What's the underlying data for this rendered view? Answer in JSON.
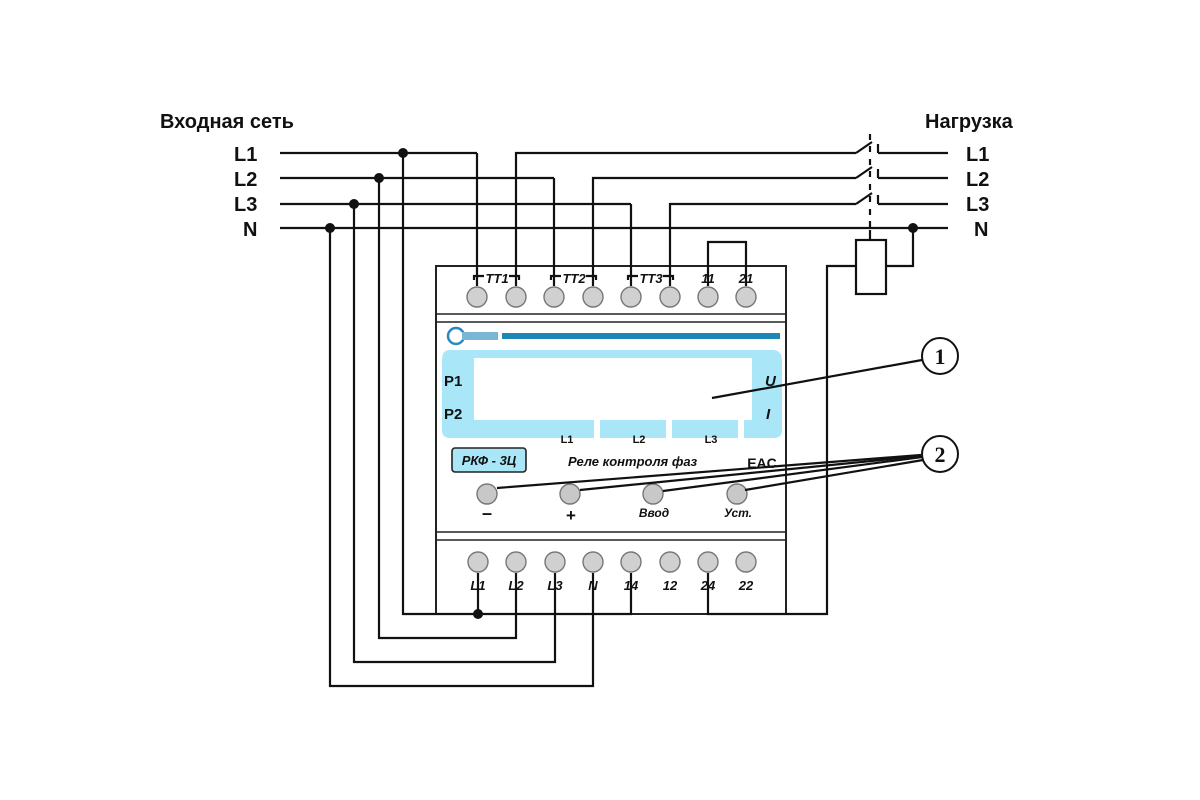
{
  "input_net": {
    "title": "Входная сеть",
    "lines": [
      "L1",
      "L2",
      "L3",
      "N"
    ]
  },
  "load": {
    "title": "Нагрузка",
    "lines": [
      "L1",
      "L2",
      "L3",
      "N"
    ]
  },
  "top_terminals": {
    "tt1": "TT1",
    "tt2": "TT2",
    "tt3": "TT3",
    "t11": "11",
    "t21": "21"
  },
  "bottom_terminals": [
    "L1",
    "L2",
    "L3",
    "N",
    "14",
    "12",
    "24",
    "22"
  ],
  "display": {
    "p1": "P1",
    "p2": "P2",
    "u": "U",
    "i": "I",
    "phases": [
      "L1",
      "L2",
      "L3"
    ]
  },
  "device": {
    "model": "РКФ - 3Ц",
    "name": "Реле контроля фаз",
    "mark": "EAC"
  },
  "buttons": [
    "–",
    "+",
    "Ввод",
    "Уст."
  ],
  "callouts": [
    "1",
    "2"
  ],
  "colors": {
    "lcd": "#a9e6f7",
    "brand_bar": "#1f86b8",
    "wire": "#111111"
  }
}
